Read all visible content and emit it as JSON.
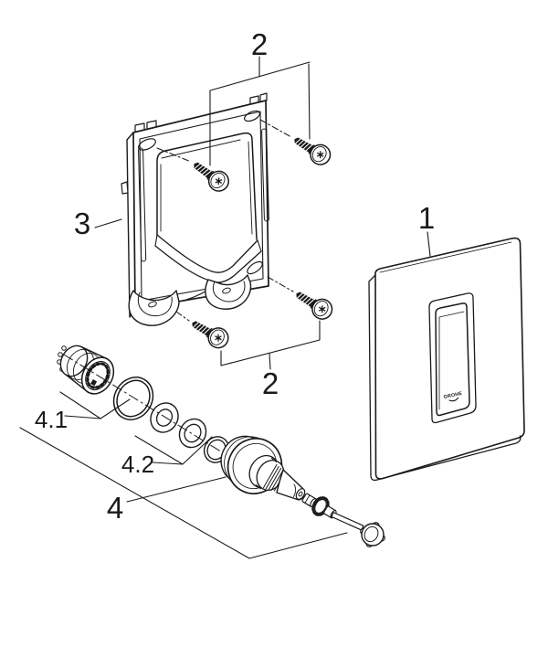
{
  "background": "#ffffff",
  "line_color": "#1a1a1a",
  "callouts": {
    "plate": {
      "label": "1"
    },
    "screws_top": {
      "label": "2"
    },
    "screws_bottom": {
      "label": "2"
    },
    "frame": {
      "label": "3"
    },
    "valve_assembly": {
      "label": "4"
    },
    "adapter_group": {
      "label": "4.1"
    },
    "seal_group": {
      "label": "4.2"
    }
  },
  "plate": {
    "logo_text": "GROHE"
  }
}
